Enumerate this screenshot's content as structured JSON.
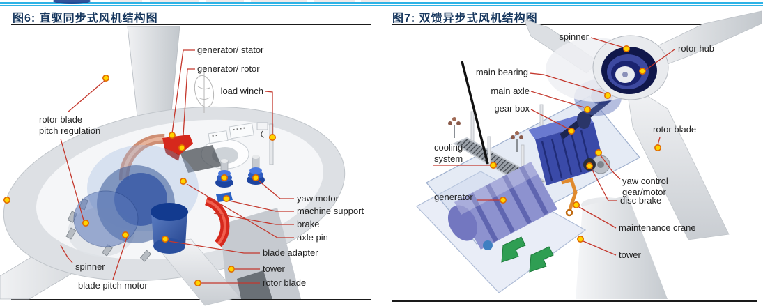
{
  "header": {
    "figure6_title": "图6: 直驱同步式风机结构图",
    "figure7_title": "图7: 双馈异步式风机结构图"
  },
  "left_figure": {
    "labels": [
      {
        "id": "generator-stator",
        "text": "generator/ stator"
      },
      {
        "id": "generator-rotor",
        "text": "generator/ rotor"
      },
      {
        "id": "load-winch",
        "text": "load winch"
      },
      {
        "id": "rotor-blade-pitch-regulation",
        "text": "rotor blade pitch regulation",
        "line1": "rotor blade",
        "line2": "pitch regulation"
      },
      {
        "id": "yaw-motor",
        "text": "yaw motor"
      },
      {
        "id": "machine-support",
        "text": "machine support"
      },
      {
        "id": "brake",
        "text": "brake"
      },
      {
        "id": "axle-pin",
        "text": "axle pin"
      },
      {
        "id": "blade-adapter",
        "text": "blade adapter"
      },
      {
        "id": "tower",
        "text": "tower"
      },
      {
        "id": "rotor-blade",
        "text": "rotor blade"
      },
      {
        "id": "spinner",
        "text": "spinner"
      },
      {
        "id": "blade-pitch-motor",
        "text": "blade pitch motor"
      }
    ]
  },
  "right_figure": {
    "labels": [
      {
        "id": "spinner",
        "text": "spinner"
      },
      {
        "id": "rotor-hub",
        "text": "rotor hub"
      },
      {
        "id": "main-bearing",
        "text": "main bearing"
      },
      {
        "id": "main-axle",
        "text": "main axle"
      },
      {
        "id": "gear-box",
        "text": "gear box"
      },
      {
        "id": "cooling-system",
        "text": "cooling system",
        "line1": "cooling",
        "line2": "system"
      },
      {
        "id": "rotor-blade",
        "text": "rotor blade"
      },
      {
        "id": "yaw-control-gear-motor",
        "text": "yaw control gear/motor",
        "line1": "yaw control",
        "line2": "gear/motor"
      },
      {
        "id": "disc-brake",
        "text": "disc brake"
      },
      {
        "id": "generator",
        "text": "generator"
      },
      {
        "id": "maintenance-crane",
        "text": "maintenance crane"
      },
      {
        "id": "tower",
        "text": "tower"
      }
    ]
  },
  "colors": {
    "top_rule_cyan": "#2fb3e6",
    "title_navy": "#17375e",
    "rule_black": "#1a1a1a",
    "leader_red": "#c4372c",
    "marker_yellow": "#ffd400",
    "marker_ring_orange": "#e06a00",
    "highlight_red": "#d6281c",
    "salmon_ring": "#cf8e73",
    "component_blue": "#2e55a8",
    "generator_purple": "#8d92cf",
    "gearbox_blue": "#3a4aa8",
    "rail_green": "#2f9e53",
    "crane_orange": "#e08a2e"
  }
}
